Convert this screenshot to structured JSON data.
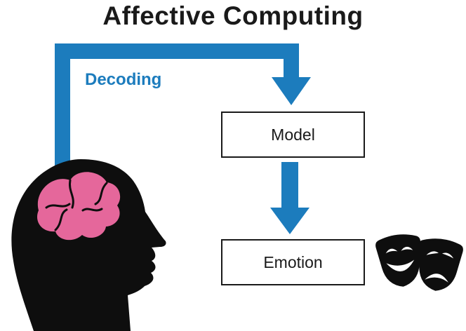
{
  "title": "Affective Computing",
  "labels": {
    "decoding": "Decoding",
    "model": "Model",
    "emotion": "Emotion"
  },
  "colors": {
    "arrow_blue": "#1c7cbd",
    "brain_pink": "#e5679b",
    "silhouette_black": "#0e0e0e",
    "box_border": "#1a1a1a",
    "background": "#ffffff"
  },
  "icons": {
    "head": "head-silhouette-icon",
    "brain": "brain-icon",
    "masks": "theater-masks-icon"
  }
}
